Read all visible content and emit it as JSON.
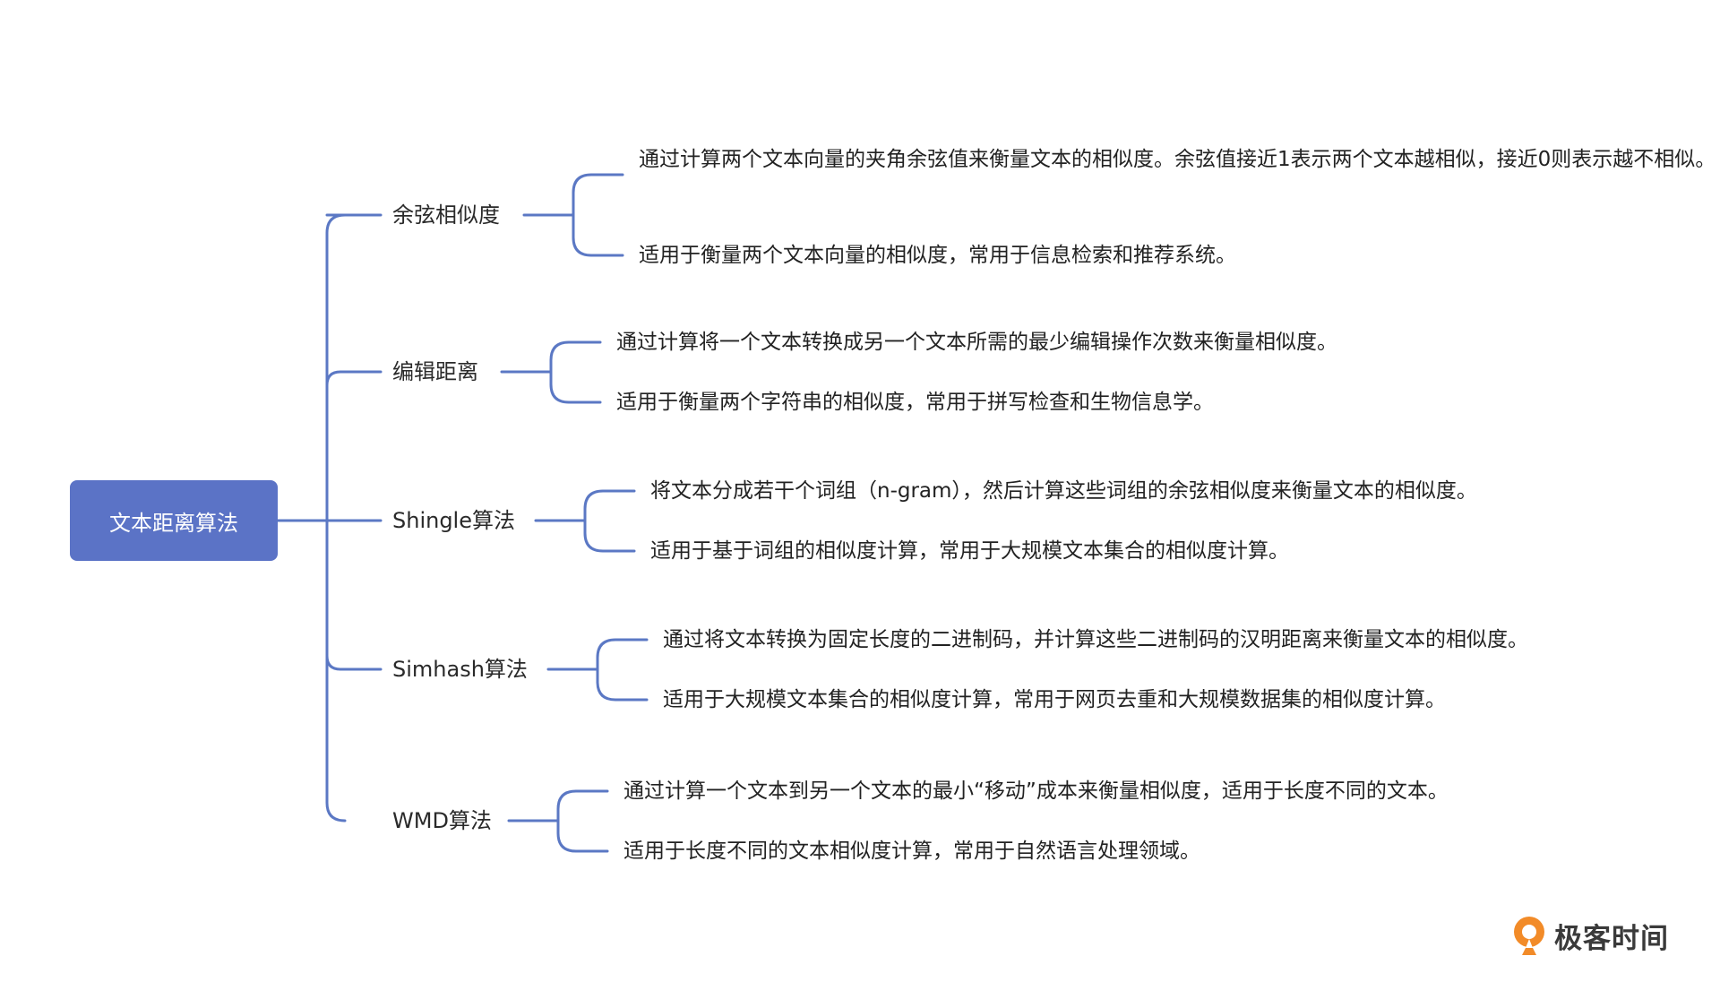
{
  "root": {
    "label": "文本距离算法"
  },
  "branches": [
    {
      "label": "余弦相似度",
      "details": [
        "通过计算两个文本向量的夹角余弦值来衡量文本的相似度。余弦值接近1表示两个文本越相似，接近0则表示越不相似。",
        "适用于衡量两个文本向量的相似度，常用于信息检索和推荐系统。"
      ]
    },
    {
      "label": "编辑距离",
      "details": [
        "通过计算将一个文本转换成另一个文本所需的最少编辑操作次数来衡量相似度。",
        "适用于衡量两个字符串的相似度，常用于拼写检查和生物信息学。"
      ]
    },
    {
      "label": "Shingle算法",
      "details": [
        "将文本分成若干个词组（n-gram），然后计算这些词组的余弦相似度来衡量文本的相似度。",
        "适用于基于词组的相似度计算，常用于大规模文本集合的相似度计算。"
      ]
    },
    {
      "label": "Simhash算法",
      "details": [
        "通过将文本转换为固定长度的二进制码，并计算这些二进制码的汉明距离来衡量文本的相似度。",
        "适用于大规模文本集合的相似度计算，常用于网页去重和大规模数据集的相似度计算。"
      ]
    },
    {
      "label": "WMD算法",
      "details": [
        "通过计算一个文本到另一个文本的最小“移动”成本来衡量相似度，适用于长度不同的文本。",
        "适用于长度不同的文本相似度计算，常用于自然语言处理领域。"
      ]
    }
  ],
  "logo": {
    "text": "极客时间",
    "icon": "geektime-logo-icon"
  },
  "colors": {
    "connector": "#5b78c4",
    "root_bg": "#5b73c6",
    "logo_orange": "#f28b28"
  }
}
